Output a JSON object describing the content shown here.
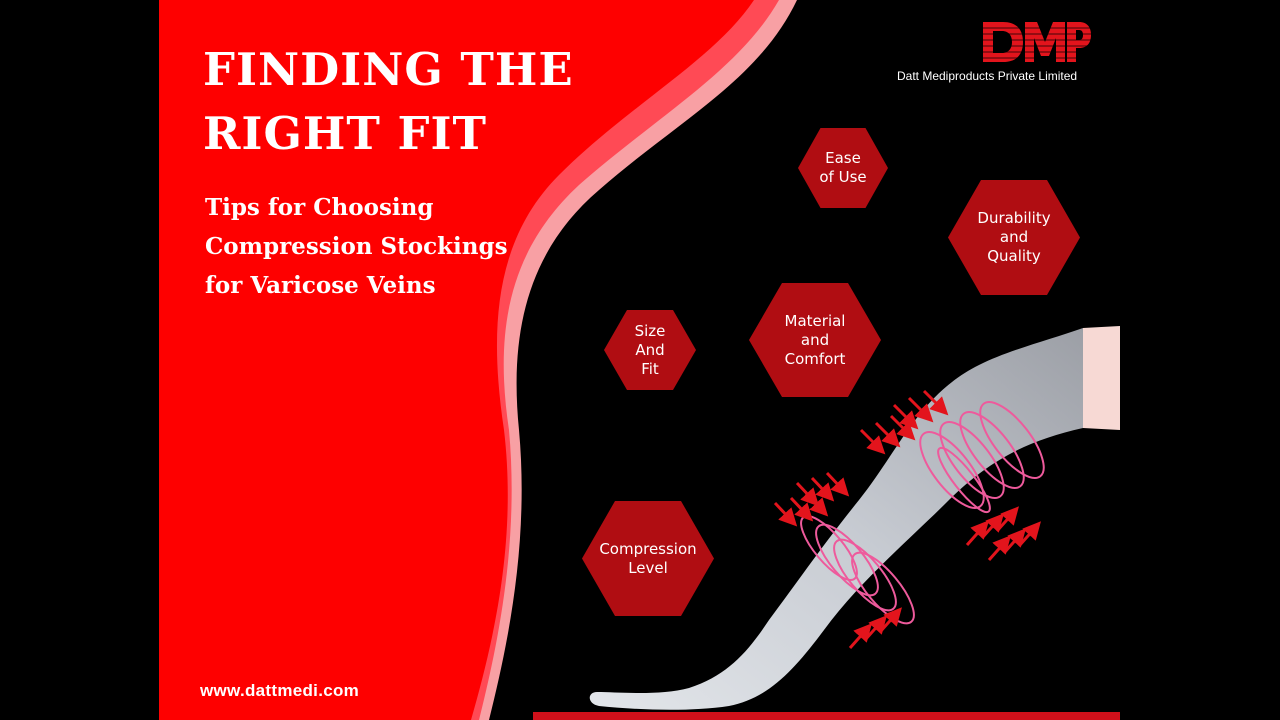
{
  "title": "FINDING THE\nRIGHT FIT",
  "subtitle": "Tips for Choosing\nCompression Stockings\nfor Varicose Veins",
  "website": "www.dattmedi.com",
  "logo": {
    "text": "DMP",
    "company": "Datt Mediproducts Private Limited"
  },
  "factors": [
    {
      "label": "Ease\nof Use"
    },
    {
      "label": "Durability\nand\nQuality"
    },
    {
      "label": "Size\nAnd\nFit"
    },
    {
      "label": "Material\nand\nComfort"
    },
    {
      "label": "Compression\nLevel"
    }
  ],
  "colors": {
    "brand_red": "#fe0000",
    "hex_red": "#b00d12",
    "light_pink": "#f8a0a4",
    "black": "#000000",
    "stocking_gray": "#c4c8cf"
  }
}
